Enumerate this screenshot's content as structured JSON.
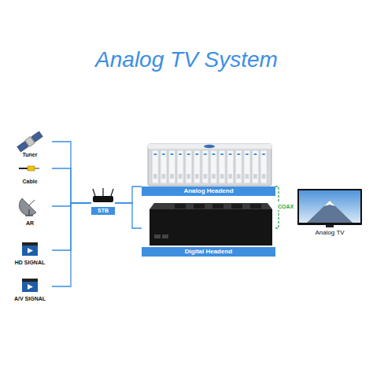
{
  "diagram": {
    "title": "Analog TV System",
    "nodes": [
      {
        "text": [
          "Tuner"
        ]
      },
      {
        "text": [
          "Cable"
        ]
      },
      {
        "text": [
          "AR"
        ]
      },
      {
        "text": [
          "HD SIGNAL"
        ]
      },
      {
        "text": [
          "A/V SIGNAL"
        ]
      },
      {
        "text": [
          "STB"
        ]
      },
      {
        "text": [
          "Analog Headend"
        ]
      },
      {
        "text": [
          "Digital Headend"
        ]
      },
      {
        "text": [
          "Analog TV"
        ]
      }
    ],
    "edges": [
      {
        "from": 0,
        "to": 5,
        "arrow": "none"
      },
      {
        "from": 1,
        "to": 5,
        "arrow": "none"
      },
      {
        "from": 2,
        "to": 5,
        "arrow": "none"
      },
      {
        "from": 3,
        "to": 5,
        "arrow": "none"
      },
      {
        "from": 4,
        "to": 5,
        "arrow": "none"
      },
      {
        "from": 5,
        "to": 6,
        "arrow": "none"
      },
      {
        "from": 5,
        "to": 7,
        "arrow": "none"
      },
      {
        "from": 6,
        "to": 8,
        "label": "COAX",
        "arrow": "none"
      },
      {
        "from": 7,
        "to": 8,
        "arrow": "none"
      }
    ]
  }
}
